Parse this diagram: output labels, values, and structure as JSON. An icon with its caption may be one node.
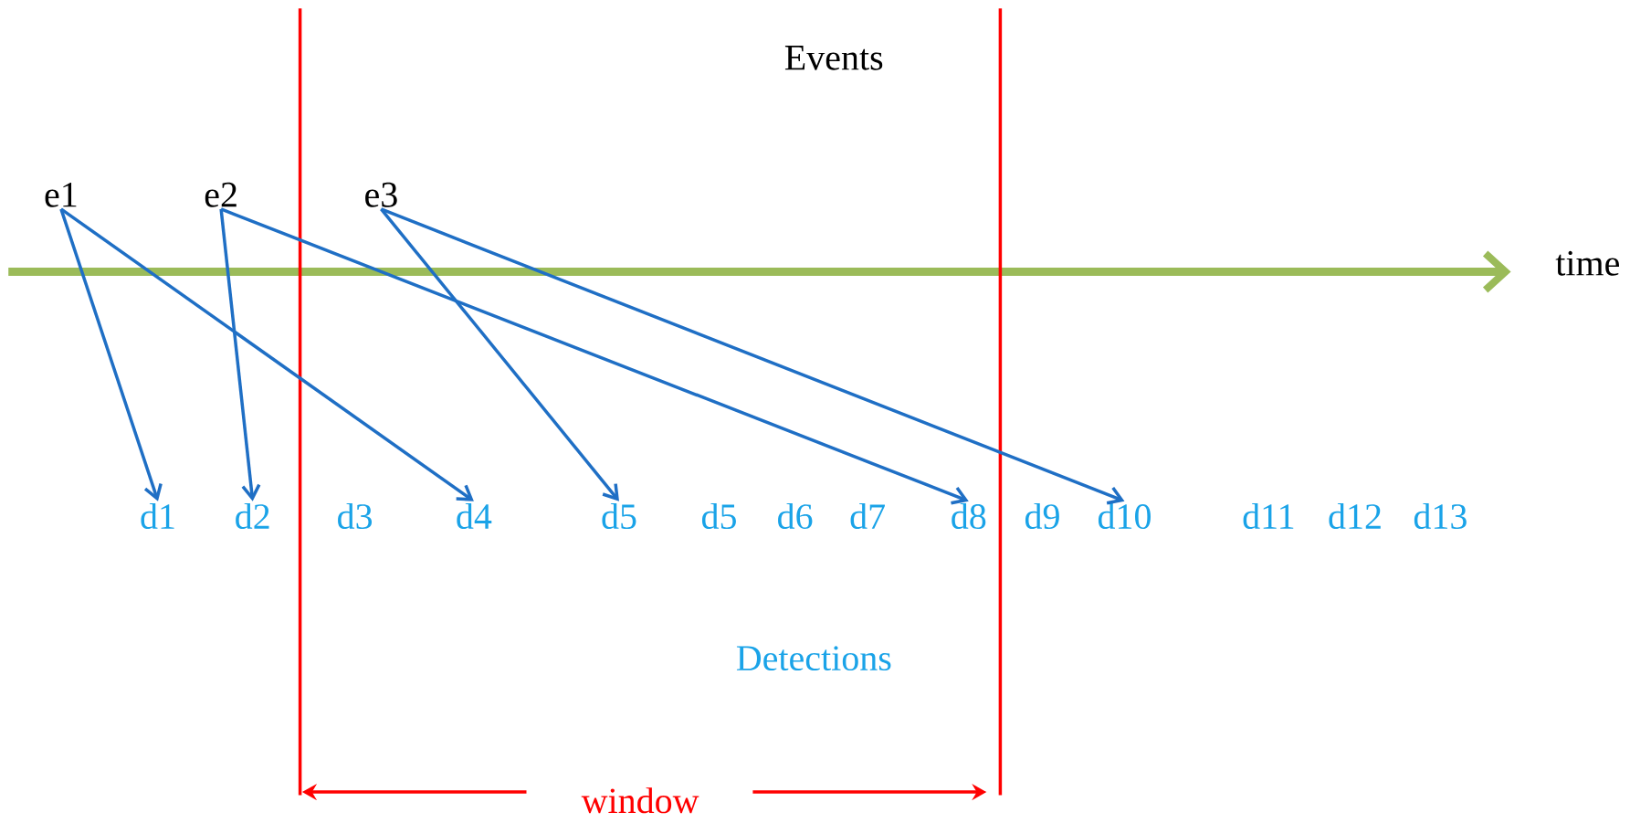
{
  "diagram": {
    "nodes": [
      {
        "text": [
          "e1"
        ]
      },
      {
        "text": [
          "e2"
        ]
      },
      {
        "text": [
          "e3"
        ]
      },
      {
        "text": [
          "d1"
        ]
      },
      {
        "text": [
          "d2"
        ]
      },
      {
        "text": [
          "d3"
        ]
      },
      {
        "text": [
          "d4"
        ]
      },
      {
        "text": [
          "d5"
        ]
      },
      {
        "text": [
          "d5"
        ]
      },
      {
        "text": [
          "d6"
        ]
      },
      {
        "text": [
          "d7"
        ]
      },
      {
        "text": [
          "d8"
        ]
      },
      {
        "text": [
          "d9"
        ]
      },
      {
        "text": [
          "d10"
        ]
      },
      {
        "text": [
          "d11"
        ]
      },
      {
        "text": [
          "d12"
        ]
      },
      {
        "text": [
          "d13"
        ]
      }
    ],
    "edges": [
      {
        "from": 0,
        "to": 3,
        "arrow": "to"
      },
      {
        "from": 0,
        "to": 6,
        "arrow": "to"
      },
      {
        "from": 1,
        "to": 4,
        "arrow": "to"
      },
      {
        "from": 1,
        "to": 11,
        "arrow": "to"
      },
      {
        "from": 2,
        "to": 7,
        "arrow": "to"
      },
      {
        "from": 2,
        "to": 13,
        "arrow": "to"
      }
    ],
    "labels": [
      "Events",
      "time",
      "Detections",
      "window"
    ]
  }
}
